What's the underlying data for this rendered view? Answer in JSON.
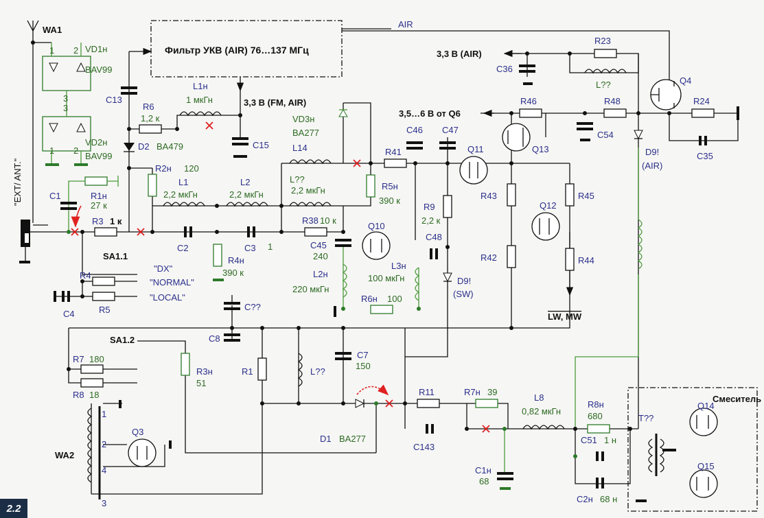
{
  "figure": {
    "number": "2.2"
  },
  "labels": {
    "wa1": "WA1",
    "ext_ant": "\"EXT/ ANT.\"",
    "vd1": "VD1н",
    "vd1_type": "BAV99",
    "vd2": "VD2н",
    "vd2_type": "BAV99",
    "pin1a": "1",
    "pin2a": "2",
    "pin3a": "3",
    "pin3b": "3",
    "pin1b": "1",
    "pin2b": "2",
    "filter": "Фильтр УКВ (AIR) 76…137 МГц",
    "air": "AIR",
    "c13": "C13",
    "r6": "R6",
    "r6_val": "1,2 к",
    "l1h": "L1н",
    "l1h_val": "1 мкГн",
    "v33_fm_air": "3,3 В (FM, AIR)",
    "d2": "D2",
    "d2_type": "BA479",
    "c15": "C15",
    "vd3": "VD3н",
    "vd3_type": "BA277",
    "l14": "L14",
    "r2h": "R2н",
    "r2h_val": "120",
    "l1": "L1",
    "l1_val": "2,2 мкГн",
    "l2": "L2",
    "l2_val": "2,2 мкГн",
    "lqq": "L??",
    "lqq_val": "2,2 мкГн",
    "r41": "R41",
    "r5h": "R5н",
    "r5h_val": "390 к",
    "c46": "C46",
    "c47": "C47",
    "v35_q6": "3,5…6 В от Q6",
    "v33_air": "3,3 В (AIR)",
    "c36": "C36",
    "r23": "R23",
    "l_top": "L??",
    "q4": "Q4",
    "r46": "R46",
    "r48": "R48",
    "c54": "C54",
    "r24": "R24",
    "c35": "C35",
    "d9_air": "D9!",
    "d9_air_sub": "(AIR)",
    "q11": "Q11",
    "q13": "Q13",
    "c1": "C1",
    "r1h": "R1н",
    "r1h_val": "27 к",
    "r3": "R3",
    "r3_val": "1 к",
    "c2": "C2",
    "c3": "C3",
    "c3_val": "1",
    "r4h": "R4н",
    "r4h_val": "390 к",
    "r38": "R38",
    "r38_val": "10 к",
    "r9": "R9",
    "r9_val": "2,2 к",
    "c45": "C45",
    "c45_val": "240",
    "q10": "Q10",
    "c48": "C48",
    "l2h": "L2н",
    "l2h_val": "220 мкГн",
    "l3h": "L3н",
    "l3h_val": "100 мкГн",
    "r6h": "R6н",
    "r6h_val": "100",
    "d9_sw": "D9!",
    "d9_sw_sub": "(SW)",
    "r43": "R43",
    "r42": "R42",
    "q12": "Q12",
    "r45": "R45",
    "r44": "R44",
    "lw_mw": "LW, MW",
    "sa11": "SA1.1",
    "dx": "\"DX\"",
    "normal": "\"NORMAL\"",
    "local": "\"LOCAL\"",
    "r4": "R4",
    "r5": "R5",
    "c4": "C4",
    "cqq": "C??",
    "c8": "C8",
    "sa12": "SA1.2",
    "r7": "R7",
    "r7_val": "180",
    "r8": "R8",
    "r8_val": "18",
    "r3h": "R3н",
    "r3h_val": "51",
    "r1": "R1",
    "l_mid": "L??",
    "c7": "C7",
    "c7_val": "150",
    "r11": "R11",
    "r7h": "R7н",
    "r7h_val": "39",
    "l8": "L8",
    "l8_val": "0,82 мкГн",
    "r8h": "R8н",
    "r8h_val": "680",
    "c51": "C51",
    "c51_val": "1 н",
    "mixer": "Смеситель",
    "tqq": "T??",
    "q14": "Q14",
    "q15": "Q15",
    "c2h": "C2н",
    "c2h_val": "68 н",
    "c143": "C143",
    "c1h": "C1н",
    "c1h_val": "68",
    "d1": "D1",
    "d1_type": "BA277",
    "wa2": "WA2",
    "q3": "Q3",
    "wa2_p1": "1",
    "wa2_p2": "2",
    "wa2_p4": "4",
    "wa2_p3": "3"
  },
  "colors": {
    "wire": "#111111",
    "new_parts": "#2d7a2a",
    "designators": "#2b2f8a",
    "cut_mark": "#e02020",
    "badge": "#1c2e46"
  }
}
